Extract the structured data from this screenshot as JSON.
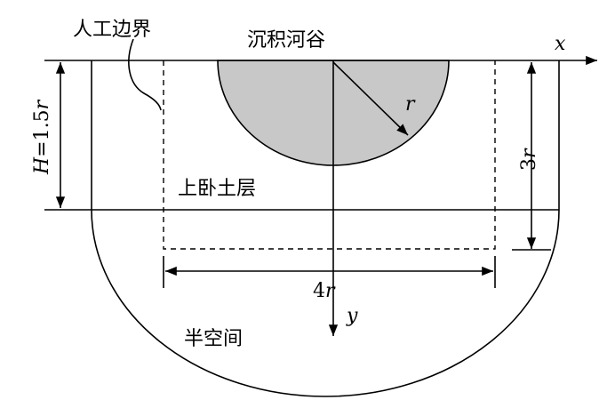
{
  "labels": {
    "artificial_boundary": "人工边界",
    "valley": "沉积河谷",
    "overlying_layer": "上卧土层",
    "half_space": "半空间",
    "x_axis": "x",
    "y_axis": "y",
    "radius": "r",
    "height_H": "H",
    "height_value": "=1.5",
    "height_r": "r",
    "right_dim_num": "3",
    "right_dim_r": "r",
    "bottom_dim_num": "4",
    "bottom_dim_r": "r"
  },
  "colors": {
    "valley_fill": "#c8c8c8",
    "line": "#000000"
  }
}
